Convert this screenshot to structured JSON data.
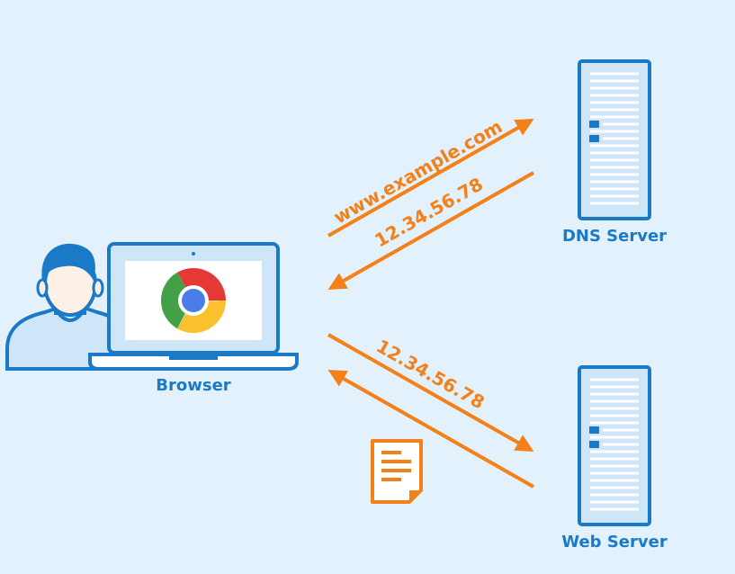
{
  "labels": {
    "browser": "Browser",
    "dns_server": "DNS Server",
    "web_server": "Web Server"
  },
  "messages": {
    "dns_request": "www.example.com",
    "dns_response": "12.34.56.78",
    "web_request": "12.34.56.78"
  },
  "icons": {
    "user": "person-icon",
    "laptop": "laptop-icon",
    "browser_logo": "chrome-logo-icon",
    "server": "server-icon",
    "document": "document-icon"
  },
  "colors": {
    "background": "#e3f1fc",
    "primary_blue": "#1a7ac7",
    "server_fill": "#cfe6f9",
    "arrow_orange": "#f38018",
    "skin": "#fdf0e6"
  }
}
